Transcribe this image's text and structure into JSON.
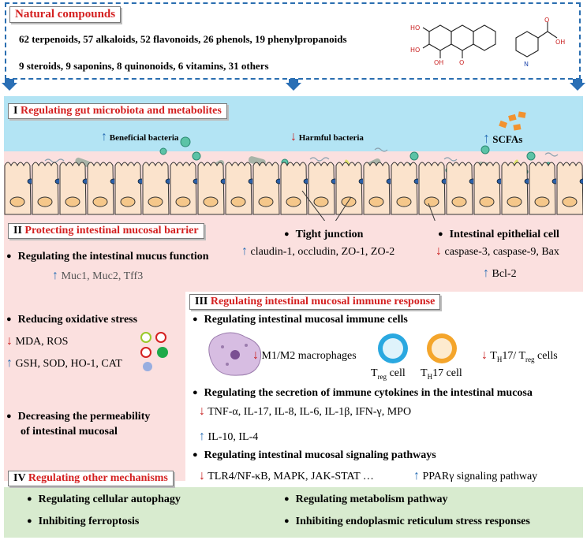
{
  "top": {
    "title": "Natural compounds",
    "line1": "62 terpenoids, 57 alkaloids, 52 flavonoids, 26 phenols, 19 phenylpropanoids",
    "line2": "9 steroids, 9 saponins, 8 quinonoids, 6 vitamins, 31 others"
  },
  "sec1": {
    "title_num": "I",
    "title": "Regulating gut microbiota and metabolites",
    "beneficial": "Beneficial bacteria",
    "harmful": "Harmful bacteria",
    "scfa": "SCFAs"
  },
  "sec2": {
    "title_num": "II",
    "title": "Protecting intestinal mucosal barrier",
    "tight_junction": "Tight junction",
    "tj_items": "claudin-1, occludin, ZO-1, ZO-2",
    "epithelial": "Intestinal epithelial cell",
    "epi_down": "caspase-3, caspase-9, Bax",
    "epi_up": "Bcl-2",
    "mucus": "Regulating the intestinal mucus function",
    "mucus_items": "Muc1, Muc2, Tff3",
    "oxidative": "Reducing oxidative stress",
    "ox_down": "MDA, ROS",
    "ox_up": "GSH, SOD, HO-1, CAT",
    "perm1": "Decreasing the permeability",
    "perm2": "of intestinal mucosal"
  },
  "sec3": {
    "title_num": "III",
    "title": "Regulating intestinal mucosal immune response",
    "cells": "Regulating intestinal mucosal immune cells",
    "macro": "M1/M2 macrophages",
    "treg": "T",
    "treg_sub": "reg",
    "treg_cell": " cell",
    "th17": "T",
    "th17_sub": "H",
    "th17_cell": "17 cell",
    "ratio_t1": "T",
    "ratio_s1": "H",
    "ratio_m": "17/ T",
    "ratio_s2": "reg",
    "ratio_end": "  cells",
    "cytokines": "Regulating the secretion of immune cytokines in the intestinal mucosa",
    "cyto_down": "TNF-α, IL-17, IL-8, IL-6, IL-1β, IFN-γ, MPO",
    "cyto_up": "IL-10, IL-4",
    "signal": "Regulating intestinal mucosal signaling pathways",
    "sig_down": "TLR4/NF-κB, MAPK, JAK-STAT …",
    "sig_up": "PPARγ signaling pathway"
  },
  "sec4": {
    "title_num": "IV",
    "title": "Regulating other mechanisms",
    "autophagy": "Regulating cellular autophagy",
    "ferroptosis": "Inhibiting ferroptosis",
    "metabolism": "Regulating metabolism pathway",
    "er_stress": "Inhibiting endoplasmic reticulum stress responses"
  },
  "molecule_labels": {
    "ho": "HO",
    "oh": "OH",
    "o": "O",
    "n": "N"
  },
  "colors": {
    "blue_bg": "#b3e4f4",
    "pink_bg": "#fbe0df",
    "green_bg": "#d8ebcf",
    "title_red": "#d42020",
    "arrow_blue": "#2a6fb5"
  }
}
